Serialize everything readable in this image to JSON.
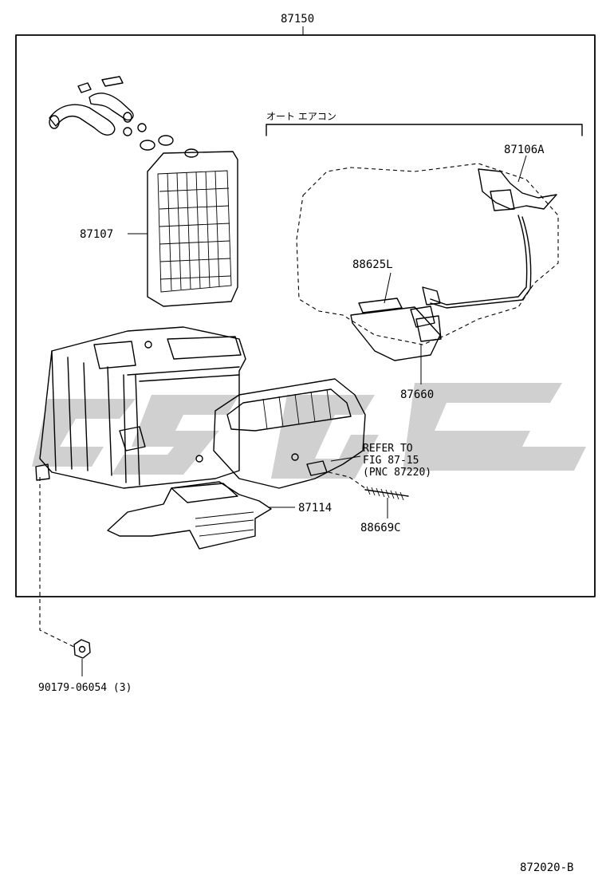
{
  "diagram": {
    "assembly_label": "87150",
    "auto_ac_label": "オート エアコン",
    "parts": {
      "heater_core": "87107",
      "wire_harness": "87106A",
      "servo_motor": "88625L",
      "water_valve": "87660",
      "blower_duct": "87114",
      "spring": "88669C",
      "nut": "90179-06054 (3)"
    },
    "refer": {
      "line1": "REFER TO",
      "line2": "FIG 87-15",
      "line3": "(PNC 87220)"
    },
    "figure_code": "872020-B"
  }
}
